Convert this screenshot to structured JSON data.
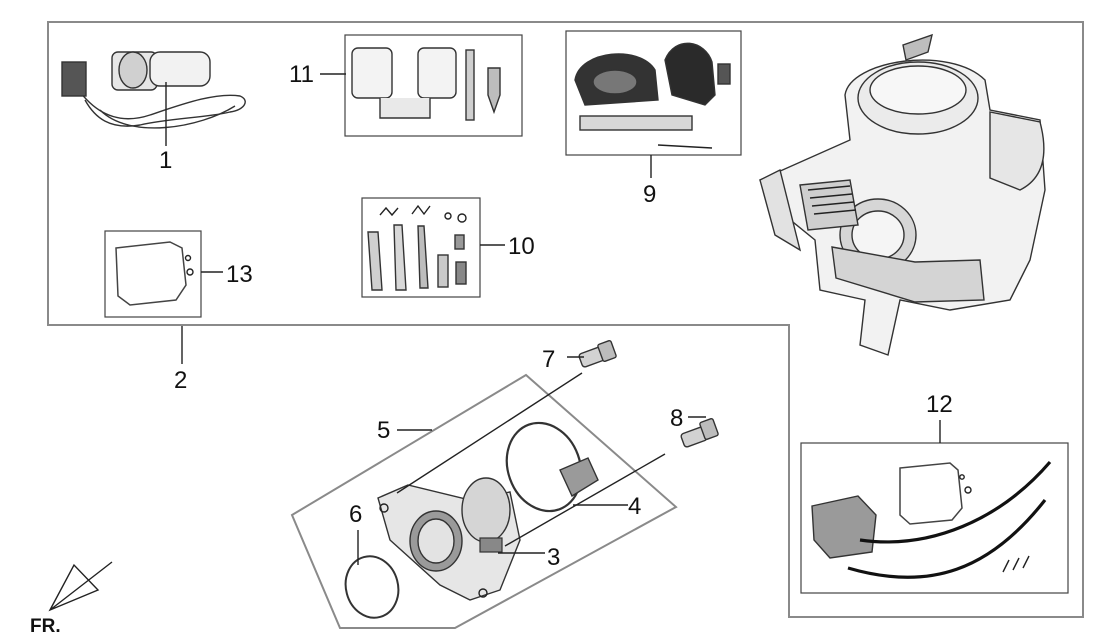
{
  "callouts": {
    "c1": "1",
    "c2": "2",
    "c3": "3",
    "c4": "4",
    "c5": "5",
    "c6": "6",
    "c7": "7",
    "c8": "8",
    "c9": "9",
    "c10": "10",
    "c11": "11",
    "c12": "12",
    "c13": "13"
  },
  "orientation": {
    "label": "FR."
  },
  "colors": {
    "frame": "#8a8a8a",
    "ink": "#222222",
    "part_fill": "#d9d9d9"
  }
}
